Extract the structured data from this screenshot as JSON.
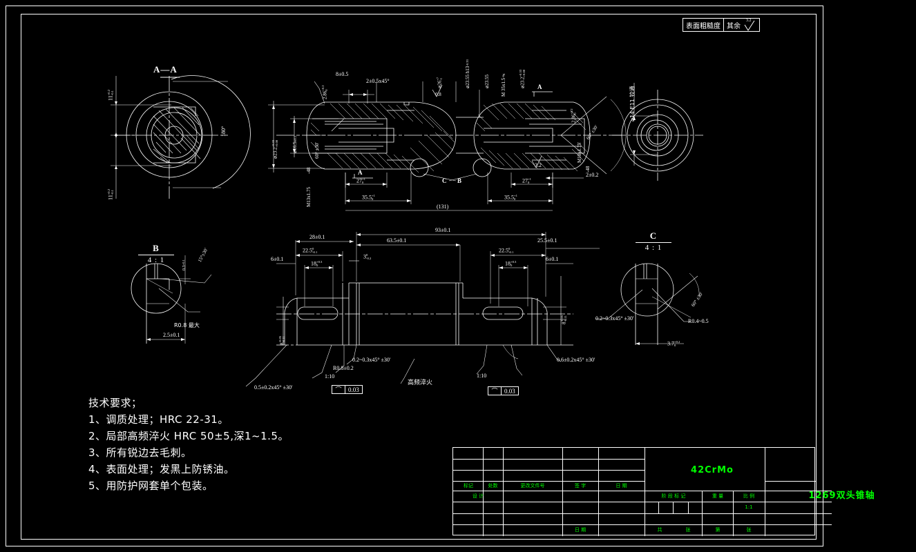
{
  "sheet": {
    "background": "#000000",
    "line_color": "#ffffff",
    "title_block_color": "#00ff00"
  },
  "header": {
    "roughness_label": "表面粗糙度",
    "roughness_rest": "其余",
    "roughness_value": "3.2"
  },
  "views": {
    "section_aa": {
      "label": "A—A",
      "dim_top": "11",
      "dim_top_tol_up": "+0.2",
      "dim_top_tol_lo": "-0.1",
      "dim_bottom": "11",
      "dim_bottom_tol_up": "+0.2",
      "dim_bottom_tol_lo": "-0.1",
      "angle": "180°"
    },
    "detail_b": {
      "name": "B",
      "scale": "4 : 1",
      "note_radius": "R0.8 最大",
      "dim_width": "2.5±0.1",
      "dim_small": "0.3",
      "dim_small_tol": "+0.1",
      "note_angle": "15°±30'"
    },
    "detail_c": {
      "name": "C",
      "scale": "4 : 1",
      "note_chamfer": "0.2~0.3x45°  ±30'",
      "note_radius": "R0.4~0.5",
      "note_angle": "60° ±30'",
      "dim_width": "3.7",
      "dim_width_tol_up": "+0.2",
      "dim_width_tol_lo": "0"
    },
    "right_end": {
      "note": "⌀14 E11 铰通"
    }
  },
  "main_view": {
    "dim_8": "8±0.5",
    "dim_chamfer_left": "2±0.5x45°",
    "dim_left_od": "⌀23.2",
    "dim_left_od_tol_up": "+0.33",
    "dim_left_od_tol_lo": "+0.08",
    "dim_left_bore": "⌀16.5",
    "dim_left_bore_tol": "±0.1",
    "thread_left": "M13x1.75",
    "depth_left": "-48",
    "angle_left": "60°  ±30'",
    "dim_left_small": "2.86",
    "dim_left_small_tol_up": "+0.2",
    "dim_left_small_tol_lo": "0",
    "dim_27_left": "27",
    "dim_27_left_tol_up": "+1",
    "dim_27_left_tol_lo": "0",
    "dim_355_left": "35.5",
    "dim_355_left_tol_up": "+1",
    "dim_355_left_tol_lo": "0",
    "dim_overall": "(131)",
    "dim_d26": "⌀26",
    "dim_d26_tol_up": "+7",
    "dim_d26_tol_lo": "-1",
    "dim_d2355": "⌀23.55  h13",
    "dim_d2355_note": "-0.33",
    "thread_m35": "M 35x1.5",
    "thread_m35_tol": "-6g",
    "dim_d23_right": "⌀23.55",
    "dim_d_right2": "⌀23.2",
    "dim_d_right2_tol_up": "+0.33",
    "dim_d_right2_tol_lo": "+0.08",
    "thread_right": "M18x1.75",
    "depth_right": "-48",
    "angle_right": "60° ±30'",
    "dim_right_small": "2.86",
    "dim_right_small_tol_up": "+0.2",
    "dim_right_small_tol_lo": "0",
    "dim_2pm02": "2±0.2",
    "dim_27_right": "27",
    "dim_27_right_tol_up": "+1",
    "dim_27_right_tol_lo": "0",
    "dim_355_right": "35.5",
    "dim_355_right_tol_up": "+1",
    "dim_355_right_tol_lo": "0",
    "section_mark_a_left": "A",
    "section_mark_a_right": "A",
    "detail_mark_b": "B",
    "detail_mark_c": "C",
    "rough_032": "0.8",
    "rough_32": "3.2"
  },
  "bottom_view": {
    "dim_93": "93±0.1",
    "dim_635": "63.5±0.1",
    "dim_28": "28±0.1",
    "dim_225_left": "22.5",
    "dim_225_left_tol_up": "0",
    "dim_225_left_tol_lo": "-0.1",
    "dim_18_left": "18",
    "dim_18_left_tol_up": "+0.3",
    "dim_18_left_tol_lo": "0",
    "dim_6_left": "6±0.1",
    "dim_3": "3",
    "dim_3_tol_up": "0",
    "dim_3_tol_lo": "-0.2",
    "dim_255_right": "25.5±0.1",
    "dim_225_right": "22.5",
    "dim_225_right_tol_up": "0",
    "dim_225_right_tol_lo": "-0.1",
    "dim_18_right": "18",
    "dim_18_right_tol_up": "+0.3",
    "dim_18_right_tol_lo": "0",
    "dim_6_right": "6±0.1",
    "dim_8_left": "8",
    "dim_8_left_tol_up": "-0.05",
    "dim_8_left_tol_lo": "-0.11",
    "dim_8_right": "8",
    "dim_8_right_tol_up": "-0.05",
    "dim_8_right_tol_lo": "-0.11",
    "note_chamfer_left": "0.5±0.2x45°  ±30'",
    "note_radius_left": "R0.8±0.2",
    "note_taper_left": "1:10",
    "note_chamfer_mid": "0.2~0.3x45°  ±30'",
    "note_quench": "高频淬火",
    "note_taper_right": "1:10",
    "note_chamfer_right": "0.6±0.2x45°  ±30'",
    "fcf_left_symbol": "⌒",
    "fcf_left_value": "0.03",
    "fcf_right_symbol": "⌒",
    "fcf_right_value": "0.03"
  },
  "tech_requirements": {
    "title": "技术要求；",
    "items": [
      "1、调质处理；HRC 22-31。",
      "2、局部高频淬火 HRC 50±5,深1~1.5。",
      "3、所有锐边去毛刺。",
      "4、表面处理；发黑上防锈油。",
      "5、用防护网套单个包装。"
    ]
  },
  "title_block": {
    "material": "42CrMo",
    "part_name": "1269双头锥轴",
    "rev_headers": [
      "标记",
      "处数",
      "更改文件号",
      "签 字",
      "日 期"
    ],
    "role_design": "设 计",
    "role_date": "日 期",
    "stage_label": "阶 段 标 记",
    "weight_label": "重 量",
    "scale_label": "比 例",
    "scale_value": "1:1",
    "sheet_total_label": "共",
    "sheet_total_unit": "张",
    "sheet_no_label": "第",
    "sheet_no_unit": "张"
  }
}
